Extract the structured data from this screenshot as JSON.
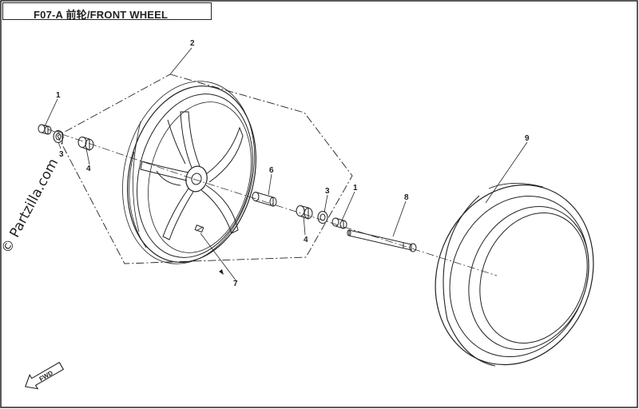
{
  "header": {
    "title": "F07-A  前轮/FRONT WHEEL"
  },
  "watermark": "© Partzilla.com",
  "direction_badge": "FWD",
  "callouts": [
    {
      "label": "1"
    },
    {
      "label": "2"
    },
    {
      "label": "3"
    },
    {
      "label": "4"
    },
    {
      "label": "6"
    },
    {
      "label": "3"
    },
    {
      "label": "1"
    },
    {
      "label": "4"
    },
    {
      "label": "8"
    },
    {
      "label": "7"
    },
    {
      "label": "9"
    }
  ]
}
